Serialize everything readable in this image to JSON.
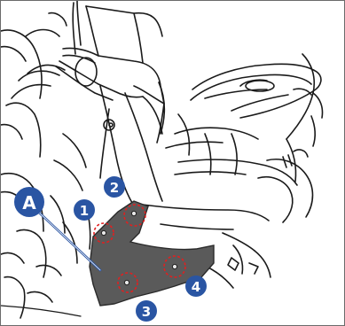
{
  "callouts": {
    "main_label": "A",
    "points": [
      "1",
      "2",
      "3",
      "4"
    ]
  },
  "colors": {
    "callout_fill": "#2a55a3",
    "bracket_fill": "#5a5a5a",
    "highlight_ring": "#e02020",
    "line_art": "#1a1a1a"
  }
}
